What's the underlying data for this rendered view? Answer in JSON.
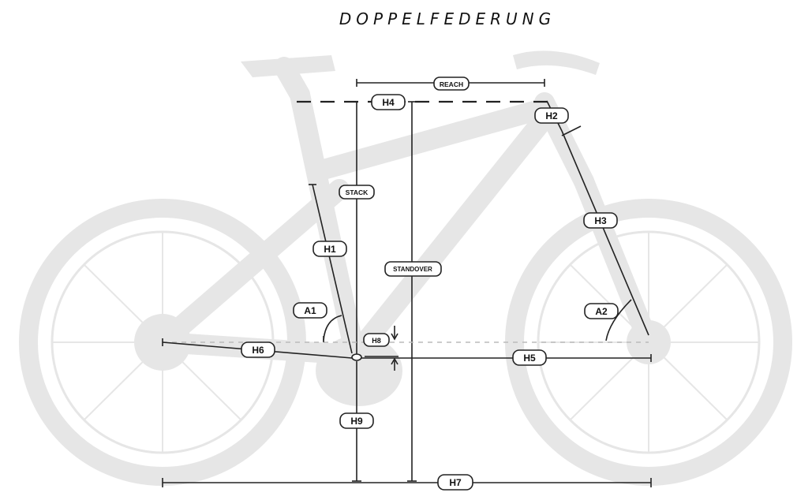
{
  "title": "DOPPELFEDERUNG",
  "labels": {
    "reach": "REACH",
    "h4": "H4",
    "h2": "H2",
    "stack": "STACK",
    "h3": "H3",
    "h1": "H1",
    "standover": "STANDOVER",
    "a1": "A1",
    "a2": "A2",
    "h8": "H8",
    "h6": "H6",
    "h5": "H5",
    "h9": "H9",
    "h7": "H7"
  },
  "colors": {
    "silhouette": "#e6e6e6",
    "line": "#222222",
    "label_border": "#222222",
    "label_fill": "#ffffff"
  }
}
